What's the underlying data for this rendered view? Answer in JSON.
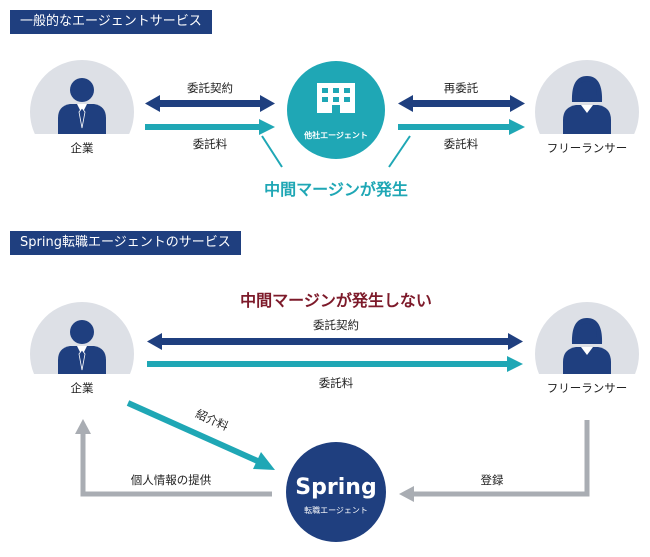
{
  "colors": {
    "header_bg": "#1f3f7f",
    "navy": "#1f3f7f",
    "teal": "#1fa7b5",
    "grey_arrow": "#a9adb3",
    "avatar_bg": "#dde0e6",
    "dark_red": "#7d1a2a"
  },
  "section1": {
    "header": "一般的なエージェントサービス",
    "company_label": "企業",
    "freelancer_label": "フリーランサー",
    "agency_label": "他社エージェント",
    "left_top_arrow": "委託契約",
    "left_bottom_arrow": "委託料",
    "right_top_arrow": "再委託",
    "right_bottom_arrow": "委託料",
    "margin_text": "中間マージンが発生"
  },
  "section2": {
    "header": "Spring転職エージェントのサービス",
    "no_margin_text": "中間マージンが発生しない",
    "company_label": "企業",
    "freelancer_label": "フリーランサー",
    "top_arrow": "委託契約",
    "bottom_arrow": "委託料",
    "referral_fee": "紹介料",
    "personal_info": "個人情報の提供",
    "registration": "登録",
    "logo_main": "Spring",
    "logo_sub": "転職エージェント"
  }
}
